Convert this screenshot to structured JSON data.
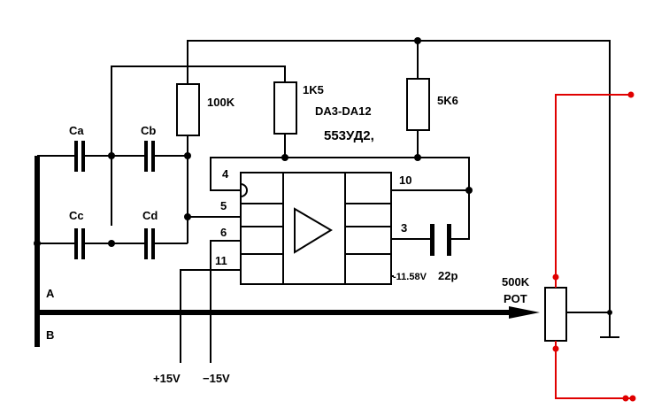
{
  "labels": {
    "ca": "Ca",
    "cb": "Cb",
    "cc": "Cc",
    "cd": "Cd",
    "r1": "100K",
    "r2": "1K5",
    "r3": "5K6",
    "ic_name": "DA3-DA12",
    "ic_type": "553УД2,",
    "pin4": "4",
    "pin5": "5",
    "pin6": "6",
    "pin11": "11",
    "pin10": "10",
    "pin3": "3",
    "voltage_out": "-11.58V",
    "cap_22p": "22p",
    "pot_value": "500K",
    "pot_name": "POT",
    "node_a": "A",
    "node_b": "B",
    "supply_pos": "+15V",
    "supply_neg": "−15V"
  },
  "colors": {
    "wire": "#000000",
    "pot_wire": "#e00000"
  }
}
